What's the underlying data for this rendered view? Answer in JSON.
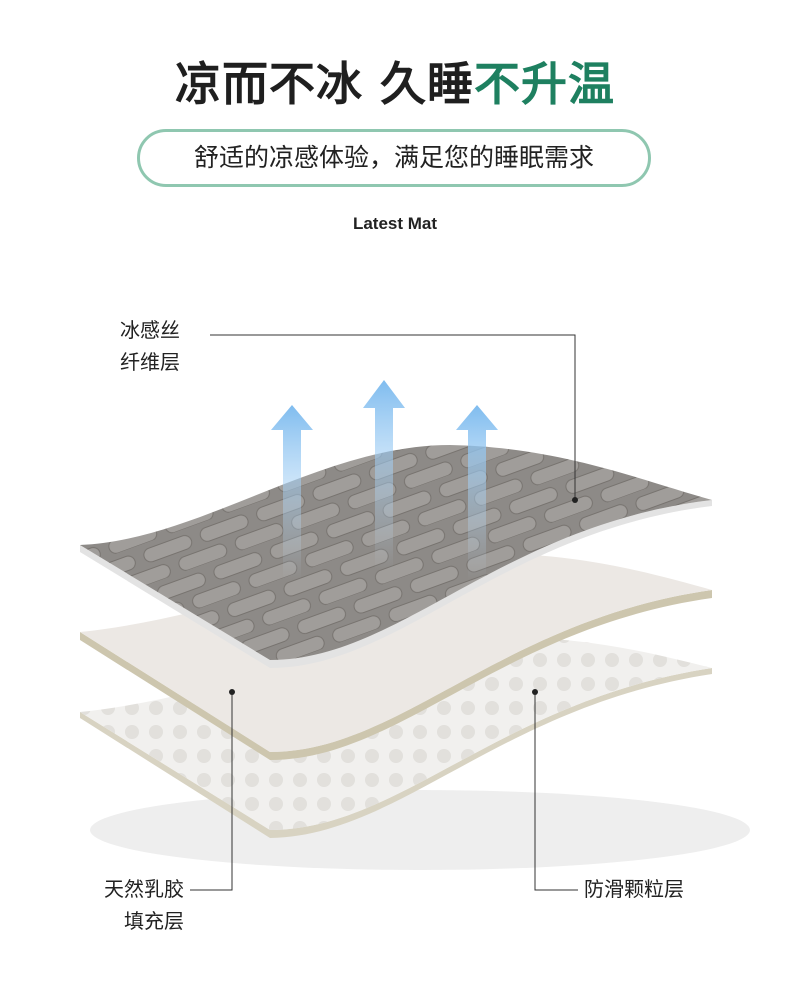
{
  "header": {
    "title_main": "凉而不冰 久睡",
    "title_accent": "不升温",
    "subtitle": "舒适的凉感体验，满足您的睡眠需求",
    "brand": "Latest Mat"
  },
  "layers": [
    {
      "line1": "冰感丝",
      "line2": "纤维层"
    },
    {
      "line1": "天然乳胶",
      "line2": "填充层"
    },
    {
      "line1": "防滑颗粒层"
    }
  ],
  "colors": {
    "accent": "#1e8060",
    "pill_border": "#8fc7b0",
    "arrow": "#8ec3ee"
  }
}
